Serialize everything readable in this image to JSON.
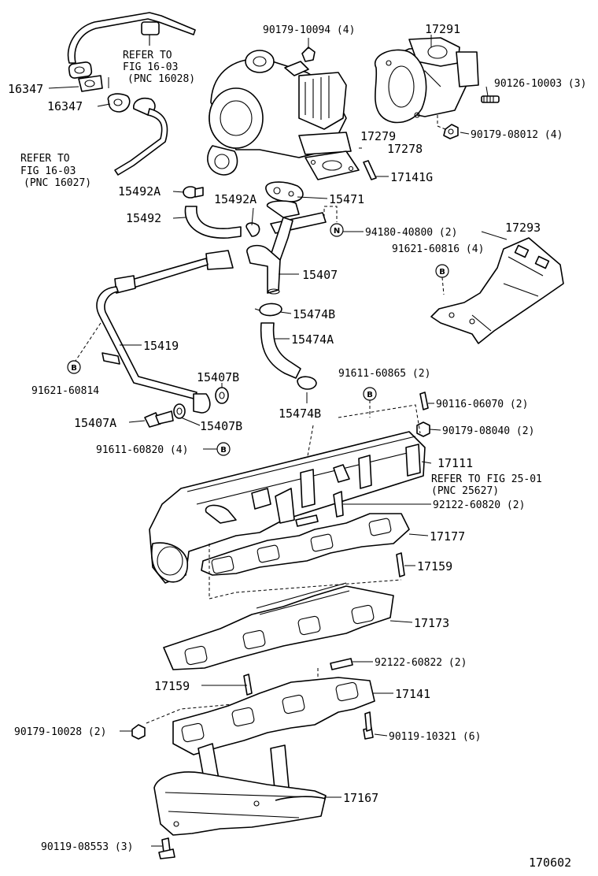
{
  "labels": {
    "p16347a": "16347",
    "p16347b": "16347",
    "ref1603a_l1": "REFER TO",
    "ref1603a_l2": "FIG 16-03",
    "ref1603a_l3": "(PNC 16028)",
    "ref1603b_l1": "REFER TO",
    "ref1603b_l2": "FIG 16-03",
    "ref1603b_l3": "(PNC 16027)",
    "p90179_10094": "90179-10094 (4)",
    "p17291": "17291",
    "p90126_10003": "90126-10003 (3)",
    "p17279": "17279",
    "p90179_08012": "90179-08012 (4)",
    "p17278": "17278",
    "p17141G": "17141G",
    "p15492A_a": "15492A",
    "p15492A_b": "15492A",
    "p15471": "15471",
    "p15492": "15492",
    "p94180_40800": "94180-40800 (2)",
    "p17293": "17293",
    "p91621_60816": "91621-60816 (4)",
    "p15407": "15407",
    "p15474B_a": "15474B",
    "p15474A": "15474A",
    "p15419": "15419",
    "p15407B_a": "15407B",
    "p15407B_b": "15407B",
    "p15407A": "15407A",
    "p91621_60814": "91621-60814",
    "p91611_60865": "91611-60865 (2)",
    "p15474B_b": "15474B",
    "p90116_06070": "90116-06070 (2)",
    "p90179_08040": "90179-08040 (2)",
    "p91611_60820": "91611-60820 (4)",
    "p17111": "17111",
    "ref2501_l1": "REFER TO FIG 25-01",
    "ref2501_l2": "(PNC 25627)",
    "p92122_60820": "92122-60820 (2)",
    "p17177": "17177",
    "p17159a": "17159",
    "p17173": "17173",
    "p92122_60822": "92122-60822 (2)",
    "p17159b": "17159",
    "p17141": "17141",
    "p90179_10028": "90179-10028 (2)",
    "p90119_10321": "90119-10321 (6)",
    "p17167": "17167",
    "p90119_08553": "90119-08553 (3)",
    "figure_no": "170602"
  },
  "marks": {
    "B": "B",
    "N": "N"
  }
}
